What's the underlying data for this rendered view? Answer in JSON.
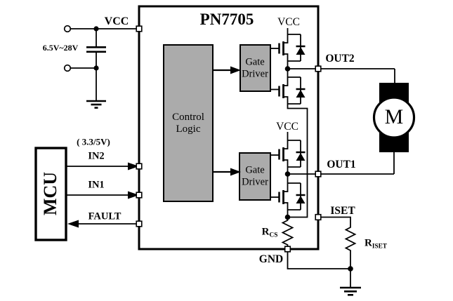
{
  "colors": {
    "ink": "#000000",
    "block_fill": "#ababab",
    "background": "#ffffff"
  },
  "supply": {
    "vcc_label": "VCC",
    "range_label": "6.5V~28V"
  },
  "chip": {
    "title": "PN7705",
    "control_logic_line1": "Control",
    "control_logic_line2": "Logic",
    "gate_driver_line1": "Gate",
    "gate_driver_line2": "Driver",
    "vcc_bridge_top": "VCC",
    "vcc_bridge_bottom": "VCC",
    "pin_out2": "OUT2",
    "pin_out1": "OUT1",
    "pin_iset": "ISET",
    "pin_gnd": "GND"
  },
  "mcu": {
    "label": "MCU",
    "io_voltage": "( 3.3/5V)",
    "signal_in2": "IN2",
    "signal_in1": "IN1",
    "signal_fault": "FAULT"
  },
  "motor": {
    "label": "M"
  },
  "resistors": {
    "rcs_base": "R",
    "rcs_sub": "CS",
    "riset_base": "R",
    "riset_sub": "ISET"
  }
}
